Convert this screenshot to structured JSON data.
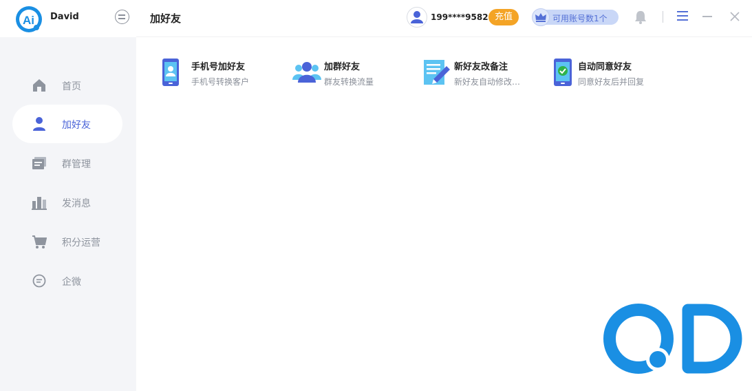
{
  "user": {
    "name": "David"
  },
  "sidebar": {
    "items": [
      {
        "label": "首页",
        "icon": "home-icon"
      },
      {
        "label": "加好友",
        "icon": "user-icon",
        "active": true
      },
      {
        "label": "群管理",
        "icon": "group-manage-icon"
      },
      {
        "label": "发消息",
        "icon": "bar-chart-icon"
      },
      {
        "label": "积分运营",
        "icon": "cart-icon"
      },
      {
        "label": "企微",
        "icon": "chat-bubble-icon"
      }
    ]
  },
  "header": {
    "title": "加好友",
    "phone": "199****9582",
    "recharge_label": "充值",
    "accounts_label": "可用账号数1个"
  },
  "features": [
    {
      "title": "手机号加好友",
      "desc": "手机号转换客户",
      "icon": "phone-contact-icon"
    },
    {
      "title": "加群好友",
      "desc": "群友转换流量",
      "icon": "group-users-icon"
    },
    {
      "title": "新好友改备注",
      "desc": "新好友自动修改…",
      "icon": "edit-note-icon"
    },
    {
      "title": "自动同意好友",
      "desc": "同意好友后并回复",
      "icon": "auto-accept-icon"
    }
  ],
  "colors": {
    "accent": "#4a63d8",
    "recharge": "#f4a426",
    "watermark": "#1a8fe3",
    "sidebar_bg": "#f4f5f8"
  }
}
